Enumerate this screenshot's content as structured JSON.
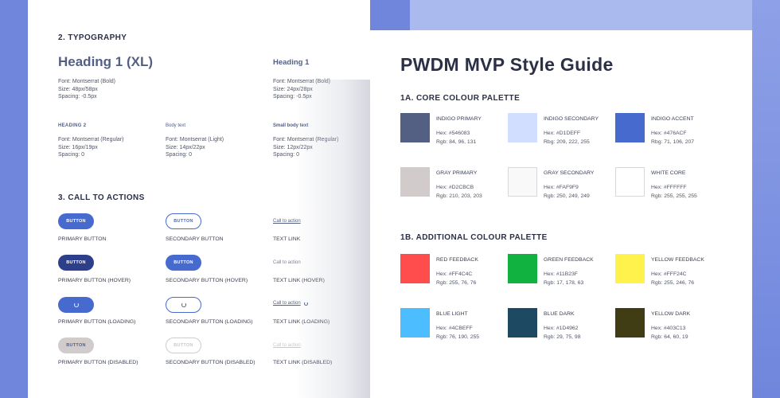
{
  "typography": {
    "section_title": "2. TYPOGRAPHY",
    "heading1xl": {
      "sample": "Heading 1 (XL)",
      "specs": "Font: Montserrat (Bold)\nSize: 48px/58px\nSpacing: -0.5px"
    },
    "heading1": {
      "sample": "Heading 1",
      "specs": "Font: Montserrat (Bold)\nSize: 24px/28px\nSpacing: -0.5px"
    },
    "heading2": {
      "sample": "HEADING 2",
      "specs": "Font: Montserrat (Regular)\nSize: 16px/19px\nSpacing: 0"
    },
    "body": {
      "sample": "Body text",
      "specs": "Font: Montserrat (Light)\nSize: 14px/22px\nSpacing: 0"
    },
    "small_body": {
      "sample": "Small body text",
      "specs": "Font: Montserrat (Regular)\nSize: 12px/22px\nSpacing: 0"
    }
  },
  "cta": {
    "section_title": "3. CALL TO ACTIONS",
    "button_label": "BUTTON",
    "link_label": "Call to action",
    "captions": {
      "primary": "PRIMARY BUTTON",
      "secondary": "SECONDARY BUTTON",
      "text_link": "TEXT LINK",
      "primary_hover": "PRIMARY BUTTON (HOVER)",
      "secondary_hover": "SECONDARY BUTTON (HOVER)",
      "text_link_hover": "TEXT LINK (HOVER)",
      "primary_loading": "PRIMARY BUTTON (LOADING)",
      "secondary_loading": "SECONDARY BUTTON (LOADING)",
      "text_link_loading": "TEXT LINK (LOADING)",
      "primary_disabled": "PRIMARY BUTTON (DISABLED)",
      "secondary_disabled": "SECONDARY BUTTON (DISABLED)",
      "text_link_disabled": "TEXT LINK (DISABLED)"
    }
  },
  "style_guide": {
    "title": "PWDM MVP Style Guide",
    "core_title": "1A. CORE COLOUR PALETTE",
    "additional_title": "1B. ADDITIONAL COLOUR PALETTE",
    "core": [
      {
        "name": "INDIGO PRIMARY",
        "hex": "Hex: #546083",
        "rgb": "Rgb: 84, 96, 131",
        "color": "#546083"
      },
      {
        "name": "INDIGO SECONDARY",
        "hex": "Hex: #D1DEFF",
        "rgb": "Rbg: 209, 222, 255",
        "color": "#D1DEFF"
      },
      {
        "name": "INDIGO ACCENT",
        "hex": "Hex: #476ACF",
        "rgb": "Rbg: 71, 106, 207",
        "color": "#476ACF"
      },
      {
        "name": "GRAY PRIMARY",
        "hex": "Hex: #D2CBCB",
        "rgb": "Rgb: 210, 203, 203",
        "color": "#D2CBCB"
      },
      {
        "name": "GRAY SECONDARY",
        "hex": "Hex: #FAF9F9",
        "rgb": "Rgb: 250, 249, 249",
        "color": "#FAF9F9"
      },
      {
        "name": "WHITE CORE",
        "hex": "Hex: #FFFFFF",
        "rgb": "Rgb: 255, 255, 255",
        "color": "#FFFFFF"
      }
    ],
    "additional": [
      {
        "name": "RED FEEDBACK",
        "hex": "Hex: #FF4C4C",
        "rgb": "Rgb: 255, 76, 76",
        "color": "#FF4C4C"
      },
      {
        "name": "GREEN FEEDBACK",
        "hex": "Hex: #11B23F",
        "rgb": "Rgb: 17, 178, 63",
        "color": "#11B23F"
      },
      {
        "name": "YELLOW FEEDBACK",
        "hex": "Hex: #FFF24C",
        "rgb": "Rgb: 255, 246, 76",
        "color": "#FFF24C"
      },
      {
        "name": "BLUE LIGHT",
        "hex": "Hex: #4CBEFF",
        "rgb": "Rgb: 76, 190, 255",
        "color": "#4CBEFF"
      },
      {
        "name": "BLUE DARK",
        "hex": "Hex: #1D4962",
        "rgb": "Rgb: 29, 75, 98",
        "color": "#1D4962"
      },
      {
        "name": "YELLOW DARK",
        "hex": "Hex: #403C13",
        "rgb": "Rgb: 64, 60, 19",
        "color": "#403C13"
      }
    ]
  }
}
